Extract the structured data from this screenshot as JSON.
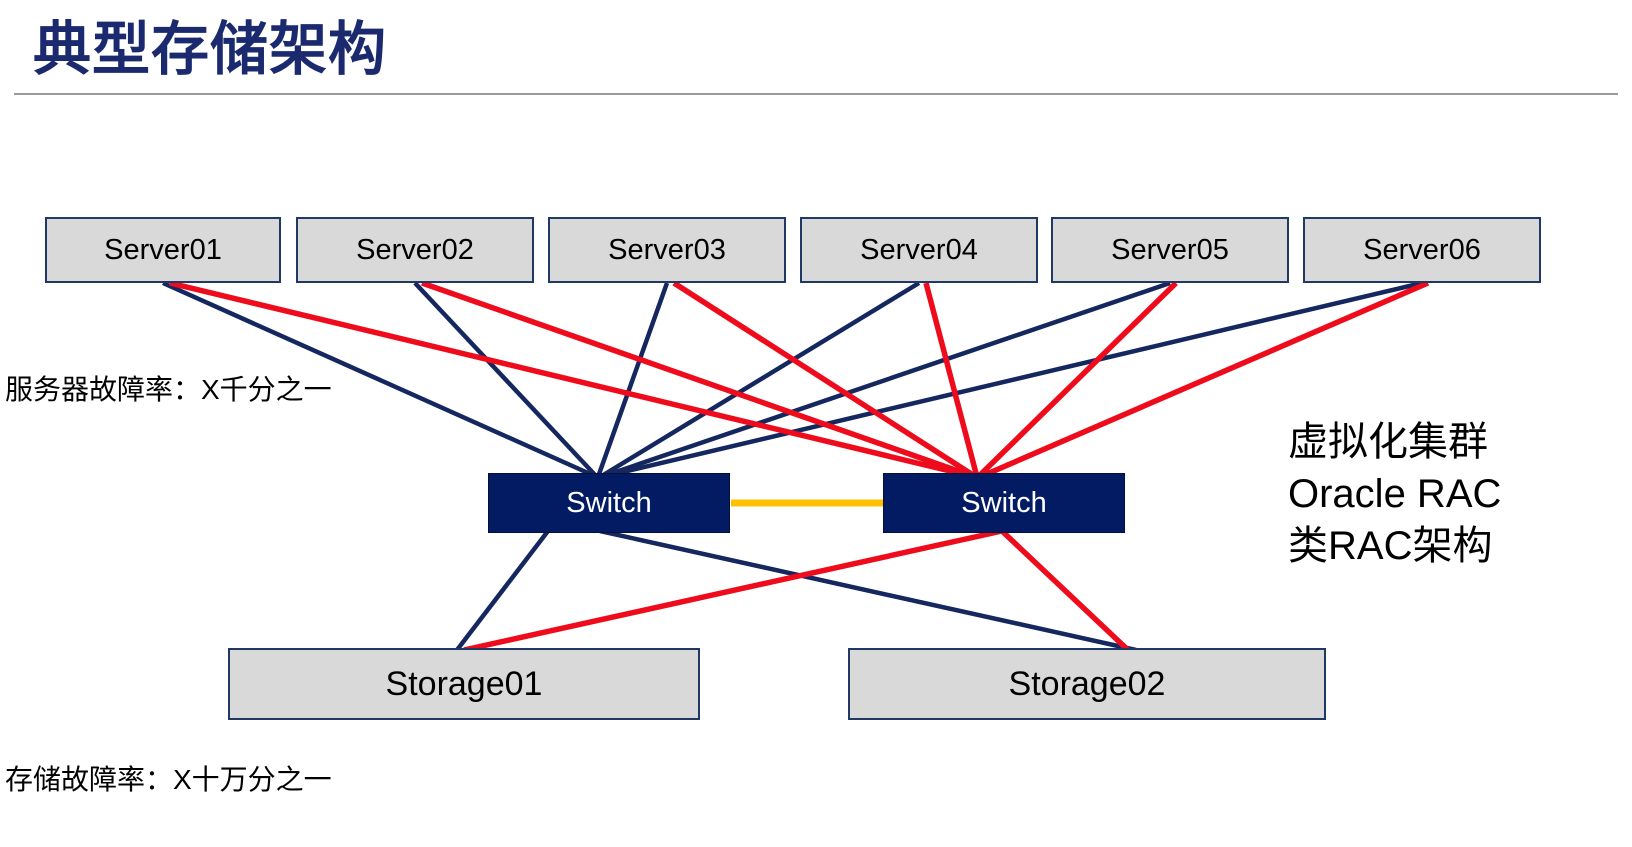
{
  "title": "典型存储架构",
  "servers": [
    {
      "label": "Server01"
    },
    {
      "label": "Server02"
    },
    {
      "label": "Server03"
    },
    {
      "label": "Server04"
    },
    {
      "label": "Server05"
    },
    {
      "label": "Server06"
    }
  ],
  "switches": [
    {
      "label": "Switch"
    },
    {
      "label": "Switch"
    }
  ],
  "storages": [
    {
      "label": "Storage01"
    },
    {
      "label": "Storage02"
    }
  ],
  "annotations": {
    "server_failure_rate": "服务器故障率：X千分之一",
    "storage_failure_rate": "存储故障率：X十万分之一",
    "right_note_lines": [
      "虚拟化集群",
      "Oracle RAC",
      "类RAC架构"
    ]
  },
  "connections": [
    {
      "from": "Server01",
      "to": "Switch-left",
      "color": "blue"
    },
    {
      "from": "Server02",
      "to": "Switch-left",
      "color": "blue"
    },
    {
      "from": "Server03",
      "to": "Switch-left",
      "color": "blue"
    },
    {
      "from": "Server04",
      "to": "Switch-left",
      "color": "blue"
    },
    {
      "from": "Server05",
      "to": "Switch-left",
      "color": "blue"
    },
    {
      "from": "Server06",
      "to": "Switch-left",
      "color": "blue"
    },
    {
      "from": "Server01",
      "to": "Switch-right",
      "color": "red"
    },
    {
      "from": "Server02",
      "to": "Switch-right",
      "color": "red"
    },
    {
      "from": "Server03",
      "to": "Switch-right",
      "color": "red"
    },
    {
      "from": "Server04",
      "to": "Switch-right",
      "color": "red"
    },
    {
      "from": "Server05",
      "to": "Switch-right",
      "color": "red"
    },
    {
      "from": "Server06",
      "to": "Switch-right",
      "color": "red"
    },
    {
      "from": "Switch-left",
      "to": "Switch-right",
      "color": "yellow"
    },
    {
      "from": "Switch-left",
      "to": "Storage01",
      "color": "blue"
    },
    {
      "from": "Switch-left",
      "to": "Storage02",
      "color": "blue"
    },
    {
      "from": "Switch-right",
      "to": "Storage01",
      "color": "red"
    },
    {
      "from": "Switch-right",
      "to": "Storage02",
      "color": "red"
    }
  ],
  "colors": {
    "title_navy": "#1b2a6e",
    "switch_fill": "#021b63",
    "node_fill": "#d9d9d9",
    "node_border": "#1f3864",
    "blue_line": "#15275f",
    "red_line": "#ee0c1c",
    "yellow_line": "#ffc000",
    "divider_gray": "#9a9a9a"
  }
}
